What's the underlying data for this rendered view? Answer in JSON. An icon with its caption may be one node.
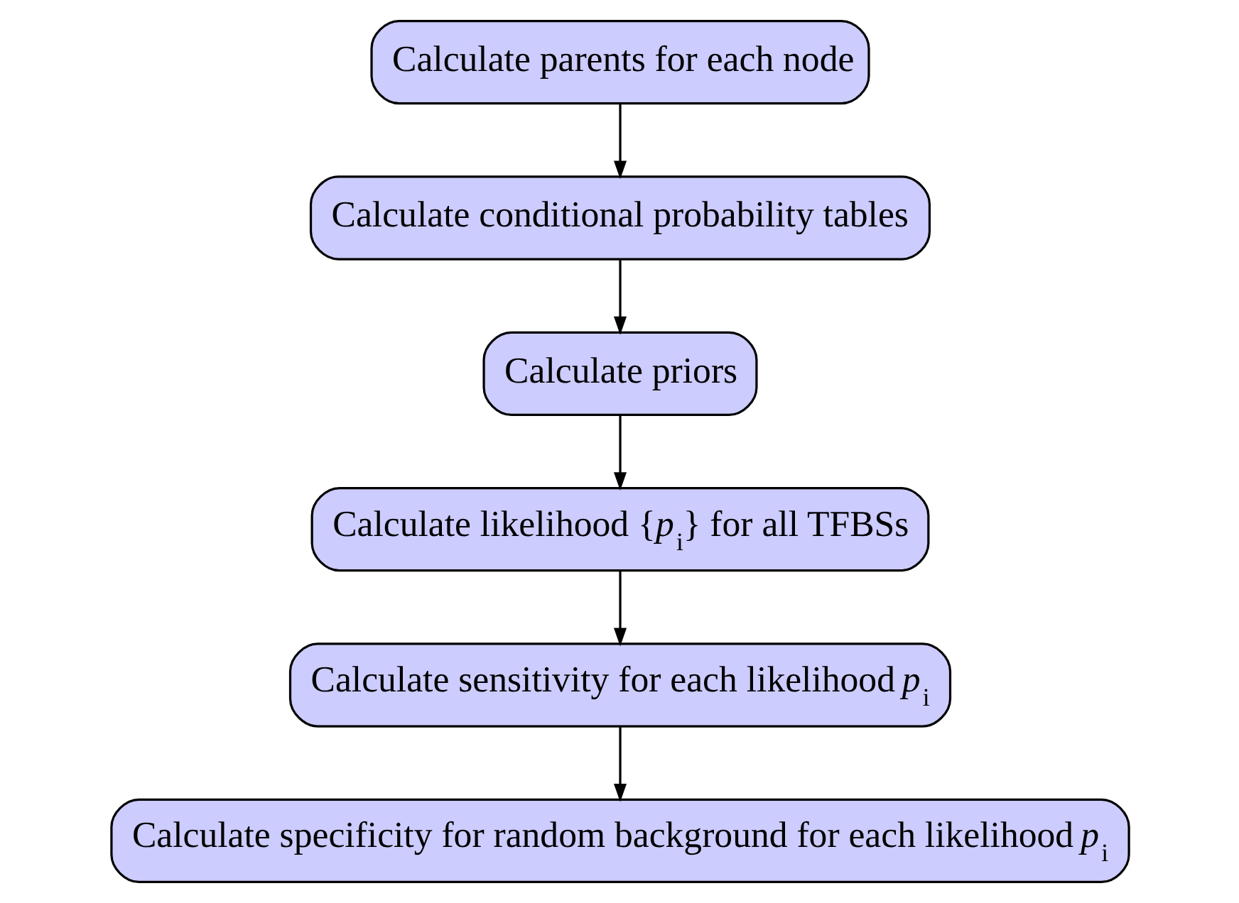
{
  "diagram": {
    "nodes": [
      {
        "text": [
          "Calculate parents for each node"
        ]
      },
      {
        "text": [
          "Calculate conditional probability tables"
        ]
      },
      {
        "text": [
          "Calculate priors"
        ]
      },
      {
        "text": [
          "Calculate likelihood {*p*$_{i}$} for all TFBSs"
        ]
      },
      {
        "text": [
          "Calculate sensitivity for each likelihood *p*$_{i}$"
        ]
      },
      {
        "text": [
          "Calculate specificity for random background for each likelihood *p*$_{i}$"
        ]
      }
    ],
    "edges": [
      {
        "from": 0,
        "to": 1,
        "arrow": "to"
      },
      {
        "from": 1,
        "to": 2,
        "arrow": "to"
      },
      {
        "from": 2,
        "to": 3,
        "arrow": "to"
      },
      {
        "from": 3,
        "to": 4,
        "arrow": "to"
      },
      {
        "from": 4,
        "to": 5,
        "arrow": "to"
      }
    ]
  }
}
